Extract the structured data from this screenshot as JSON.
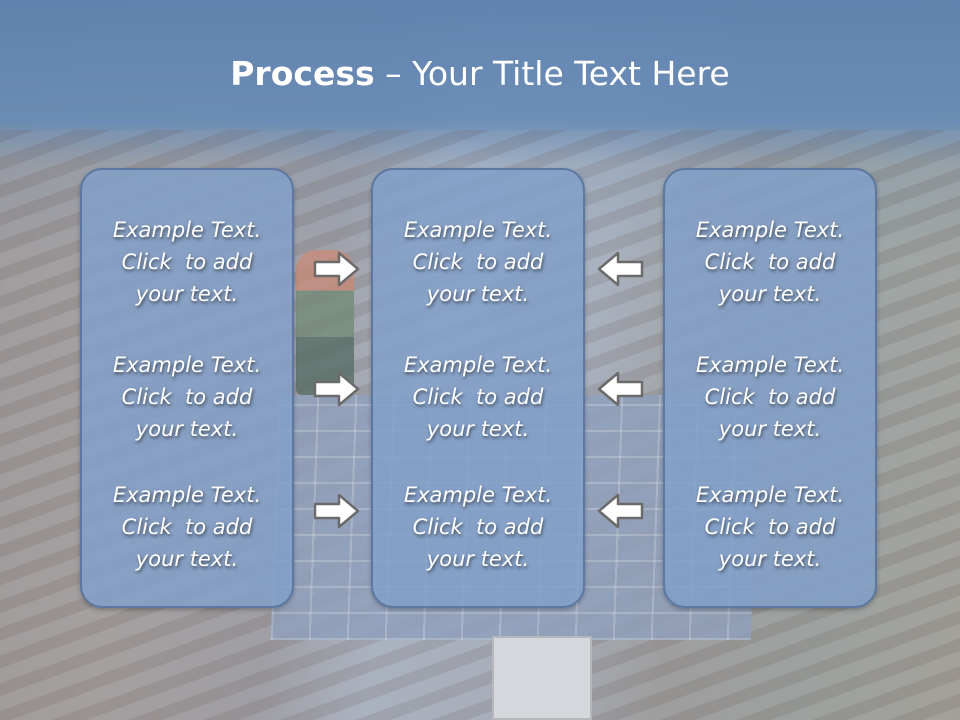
{
  "slide": {
    "title_bold": "Process",
    "title_rest": " – Your Title Text Here"
  },
  "columns": [
    {
      "blocks": [
        [
          "Example Text.",
          "Click  to add",
          "your text."
        ],
        [
          "Example Text.",
          "Click  to add",
          "your text."
        ],
        [
          "Example Text.",
          "Click  to add",
          "your text."
        ]
      ]
    },
    {
      "blocks": [
        [
          "Example Text.",
          "Click  to add",
          "your text."
        ],
        [
          "Example Text.",
          "Click  to add",
          "your text."
        ],
        [
          "Example Text.",
          "Click  to add",
          "your text."
        ]
      ]
    },
    {
      "blocks": [
        [
          "Example Text.",
          "Click  to add",
          "your text."
        ],
        [
          "Example Text.",
          "Click  to add",
          "your text."
        ],
        [
          "Example Text.",
          "Click  to add",
          "your text."
        ]
      ]
    }
  ],
  "icons": {
    "left_arrows": "arrow-right-icon",
    "right_arrows": "arrow-left-icon"
  },
  "colors": {
    "column_fill": "#82a0c8",
    "column_border": "#5c77a0",
    "arrow_fill": "#ffffff",
    "arrow_stroke": "#6b6b6b"
  }
}
